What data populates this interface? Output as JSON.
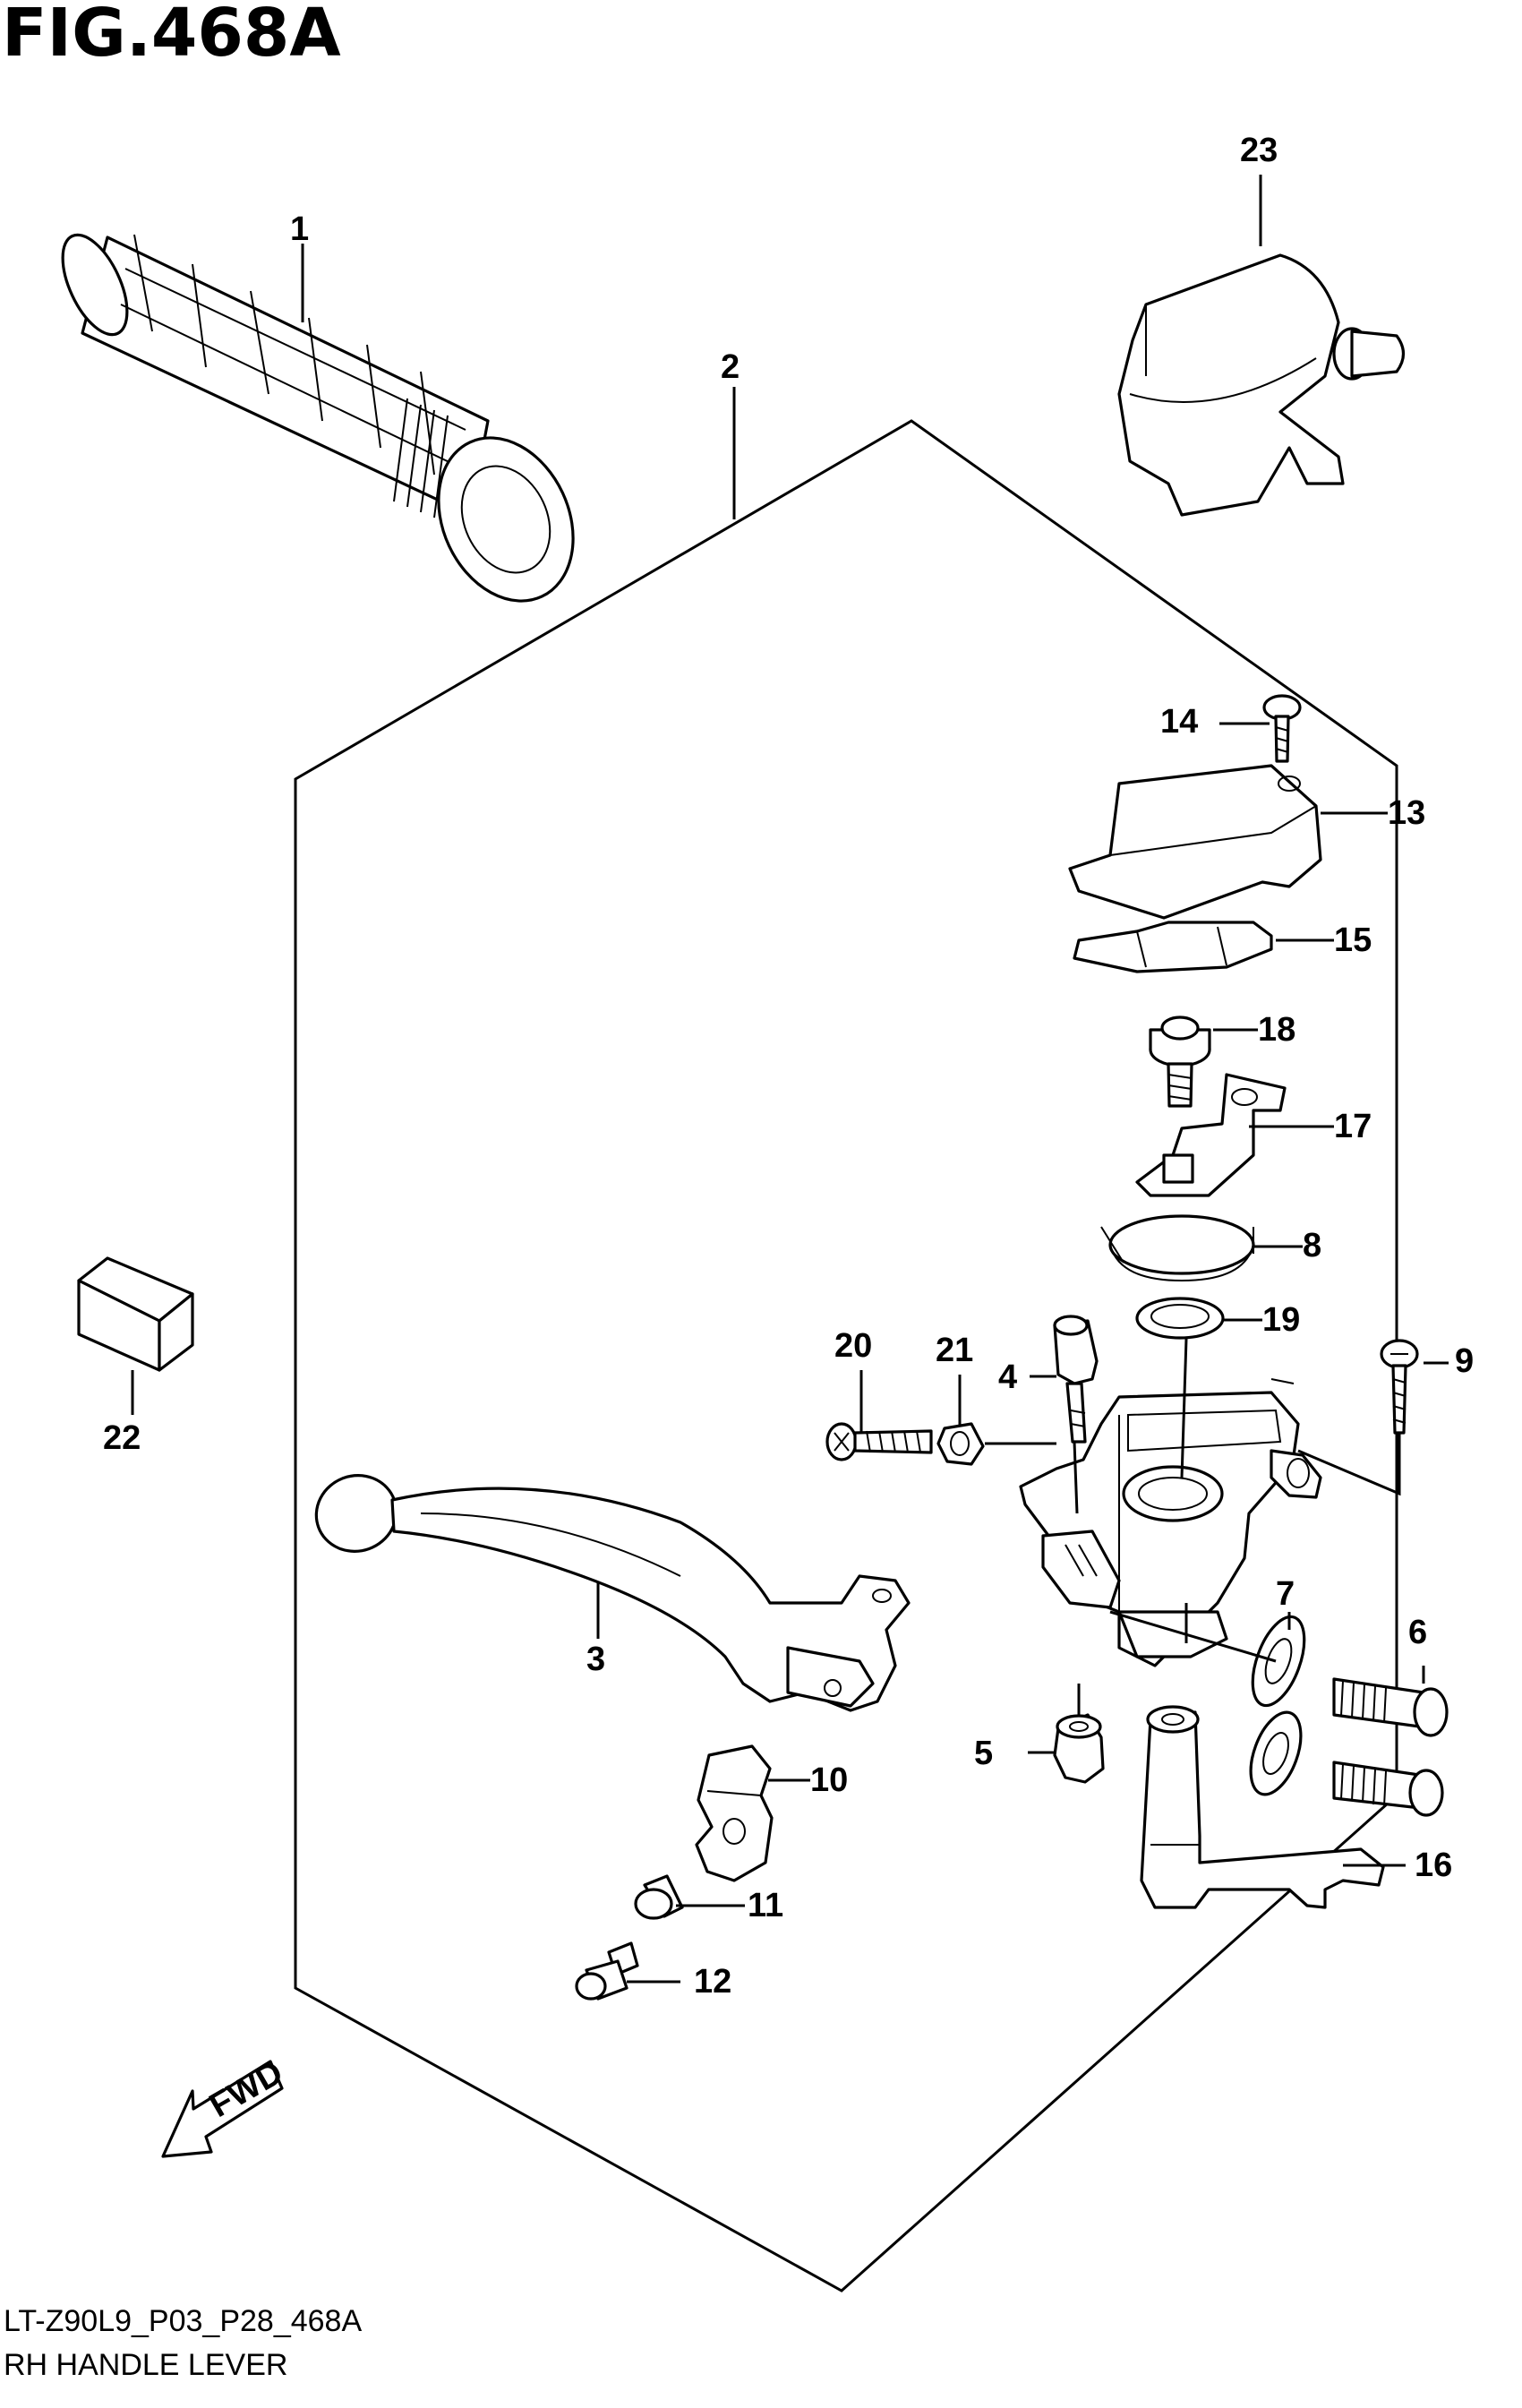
{
  "figure": {
    "title": "FIG.468A",
    "code": "LT-Z90L9_P03_P28_468A",
    "caption": "RH HANDLE LEVER",
    "direction_label": "FWD"
  },
  "callouts": {
    "c1": "1",
    "c2": "2",
    "c3": "3",
    "c4": "4",
    "c5": "5",
    "c6": "6",
    "c7": "7",
    "c8": "8",
    "c9": "9",
    "c10": "10",
    "c11": "11",
    "c12": "12",
    "c13": "13",
    "c14": "14",
    "c15": "15",
    "c16": "16",
    "c17": "17",
    "c18": "18",
    "c19": "19",
    "c20": "20",
    "c21": "21",
    "c22": "22",
    "c23": "23"
  },
  "icons": {
    "direction": "fwd-arrow-icon"
  },
  "colors": {
    "ink": "#000000",
    "paper": "#ffffff"
  }
}
